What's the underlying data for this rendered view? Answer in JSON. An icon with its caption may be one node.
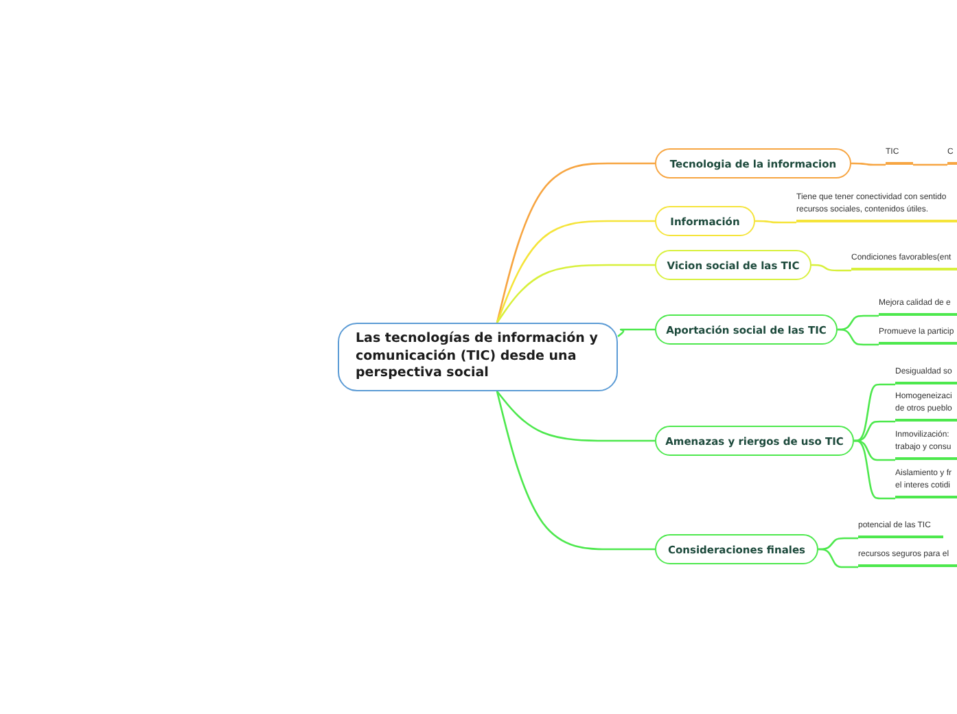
{
  "diagram": {
    "nodes": [
      {
        "text": [
          "Las tecnologías de información y comunicación (TIC) desde una perspectiva social"
        ]
      },
      {
        "text": [
          "Tecnologia de la informacion"
        ]
      },
      {
        "text": [
          "Información"
        ]
      },
      {
        "text": [
          "Vicion social de las TIC"
        ]
      },
      {
        "text": [
          "Aportación social de las TIC"
        ]
      },
      {
        "text": [
          "Amenazas y riergos de uso TIC"
        ]
      },
      {
        "text": [
          "Consideraciones finales"
        ]
      },
      {
        "text": [
          "TIC"
        ]
      },
      {
        "text": [
          "C"
        ]
      },
      {
        "text": [
          "Tiene que tener conectividad con sentido recursos sociales, contenidos útiles."
        ]
      },
      {
        "text": [
          "Condiciones favorables(ent"
        ]
      },
      {
        "text": [
          "Mejora calidad de e"
        ]
      },
      {
        "text": [
          "Promueve la particip"
        ]
      },
      {
        "text": [
          "Desigualdad so"
        ]
      },
      {
        "text": [
          "Homogeneizaci de otros pueblo"
        ]
      },
      {
        "text": [
          "Inmovilización: trabajo y consu"
        ]
      },
      {
        "text": [
          "Aislamiento y fr el interes cotidi"
        ]
      },
      {
        "text": [
          "potencial de las TIC"
        ]
      },
      {
        "text": [
          "recursos seguros para el"
        ]
      }
    ],
    "edges": [
      {
        "from": 0,
        "to": 1,
        "arrow": "none",
        "color": "#f7a541"
      },
      {
        "from": 0,
        "to": 2,
        "arrow": "none",
        "color": "#f5e43a"
      },
      {
        "from": 0,
        "to": 3,
        "arrow": "none",
        "color": "#d8f03c"
      },
      {
        "from": 0,
        "to": 4,
        "arrow": "none"
      },
      {
        "from": 0,
        "to": 5,
        "arrow": "none"
      },
      {
        "from": 0,
        "to": 6,
        "arrow": "none"
      },
      {
        "from": 1,
        "to": 7,
        "arrow": "none",
        "color": "#f7a541"
      },
      {
        "from": 7,
        "to": 8,
        "arrow": "none",
        "color": "#f7a541"
      },
      {
        "from": 2,
        "to": 9,
        "arrow": "none",
        "color": "#f5e43a"
      },
      {
        "from": 3,
        "to": 10,
        "arrow": "none",
        "color": "#d8f03c"
      },
      {
        "from": 4,
        "to": 11,
        "arrow": "none"
      },
      {
        "from": 4,
        "to": 12,
        "arrow": "none"
      },
      {
        "from": 5,
        "to": 13,
        "arrow": "none"
      },
      {
        "from": 5,
        "to": 14,
        "arrow": "none"
      },
      {
        "from": 5,
        "to": 15,
        "arrow": "none"
      },
      {
        "from": 5,
        "to": 16,
        "arrow": "none"
      },
      {
        "from": 6,
        "to": 17,
        "arrow": "none"
      },
      {
        "from": 6,
        "to": 18,
        "arrow": "none"
      }
    ]
  }
}
